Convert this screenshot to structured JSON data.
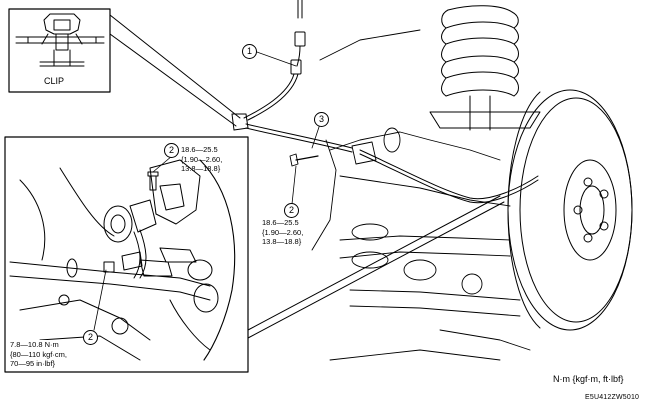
{
  "labels": {
    "clip": "CLIP",
    "units": "N·m {kgf·m, ft·lbf}",
    "figure_id": "E5U412ZW5010"
  },
  "callouts": {
    "c1": "1",
    "c2_upper": "2",
    "c3": "3",
    "c2_right": "2",
    "c2_lower": "2"
  },
  "torques": {
    "upper_bolt": [
      "18.6—25.5",
      "{1.90—2.60,",
      "13.8—18.8}"
    ],
    "right_bolt": [
      "18.6—25.5",
      "{1.90—2.60,",
      "13.8—18.8}"
    ],
    "lower_bolt": [
      "7.8—10.8 N·m",
      "{80—110 kgf·cm,",
      "70—95 in·lbf}"
    ]
  }
}
